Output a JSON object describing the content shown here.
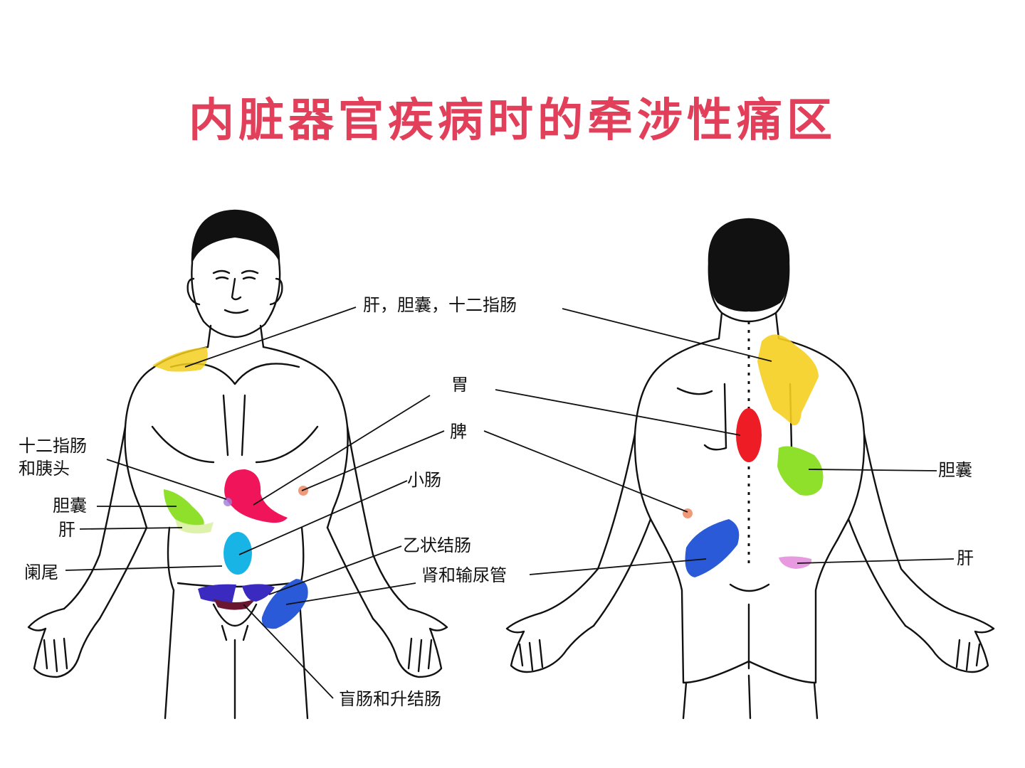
{
  "title": "内脏器官疾病时的牵涉性痛区",
  "colors": {
    "title": "#e2405a",
    "liver_gallbladder_duodenum": "#f5cf1f",
    "stomach": "#f0145a",
    "stomach_back": "#ee1c25",
    "spleen": "#f19a7a",
    "small_intestine": "#19b4e6",
    "gallbladder": "#8ee02a",
    "liver_front": "#d8f0a0",
    "kidney_ureter": "#2a5ad8",
    "sigmoid_colon": "#6a1830",
    "cecum": "#3a2ac0",
    "liver_back": "#e79ae0"
  },
  "labels": {
    "liver_gallbladder_duodenum": "肝，胆囊，十二指肠",
    "stomach": "胃",
    "spleen": "脾",
    "duodenum_pancreas_1": "十二指肠",
    "duodenum_pancreas_2": "和胰头",
    "small_intestine": "小肠",
    "gallbladder_front": "胆囊",
    "liver_front": "肝",
    "sigmoid_colon": "乙状结肠",
    "appendix": "阑尾",
    "kidney_ureter": "肾和输尿管",
    "cecum_ascending": "盲肠和升结肠",
    "gallbladder_back": "胆囊",
    "liver_back": "肝"
  }
}
